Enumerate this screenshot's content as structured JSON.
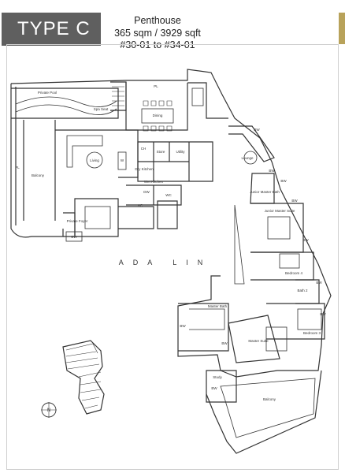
{
  "header": {
    "type_label": "TYPE C",
    "unit_name": "Penthouse",
    "area": "365 sqm / 3929 sqft",
    "units": "#30-01 to #34-01"
  },
  "watermark": "ADA LIN",
  "rooms": {
    "private_pool": "Private Pool",
    "spa_seat": "Spa Seat",
    "pl_top": "PL",
    "pl_left": "PL",
    "dining": "Dining",
    "living": "Living",
    "balcony_left": "Balcony",
    "ch": "CH",
    "store": "Store",
    "utility": "Utility",
    "w": "W",
    "dry_kitchen": "Dry Kitchen",
    "wet_kitchen": "Wet Kitchen",
    "dw": "DW",
    "ac": "AC",
    "wc": "WC",
    "private_foyer": "Private Foyer",
    "bw_foyer": "BW",
    "bw_top": "BW",
    "lounge": "Lounge",
    "bw_lounge": "BW",
    "junior_master_bath": "Junior Master Bath",
    "junior_master_suite": "Junior Master Suite",
    "bw_j1": "BW",
    "bw_j2": "BW",
    "bw_j3": "BW",
    "bedroom4": "Bedroom 4",
    "bath2": "Bath 2",
    "bw_b1": "BW",
    "bw_b2": "BW",
    "bedroom3": "Bedroom 3",
    "master_bath": "Master Bath",
    "bw_m1": "BW",
    "bw_m2": "BW",
    "master_suite": "Master Suite",
    "study": "Study",
    "bw_study": "BW",
    "balcony_bottom": "Balcony",
    "north": "N"
  },
  "colors": {
    "badge": "#5f5f5f",
    "accent": "#b8a25a",
    "line": "#333333"
  }
}
